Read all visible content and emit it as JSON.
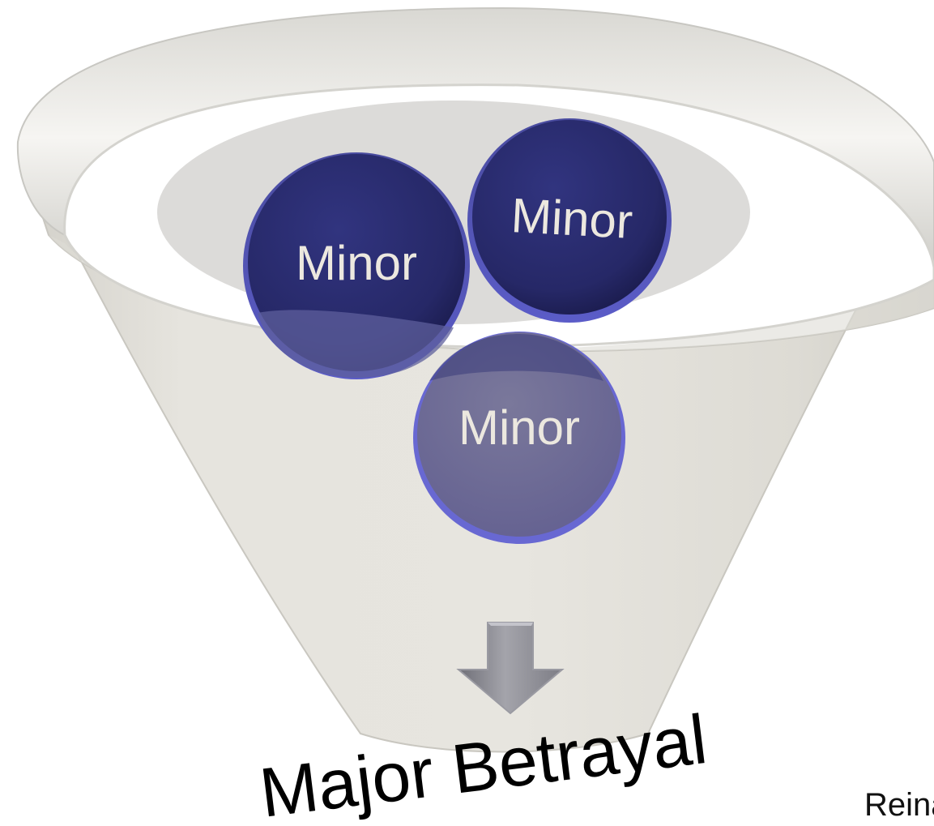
{
  "diagram": {
    "type": "funnel",
    "inputs": [
      {
        "label": "Minor"
      },
      {
        "label": "Minor"
      },
      {
        "label": "Minor"
      }
    ],
    "output": {
      "label": "Major Betrayal"
    },
    "credit": {
      "label": "Reina"
    },
    "colors": {
      "disc": "#282a6e",
      "disc_faded": "#6e6b93",
      "funnel": "#e3e1db",
      "rim": "#f4f3ef",
      "arrow": "#8e8e96"
    }
  }
}
